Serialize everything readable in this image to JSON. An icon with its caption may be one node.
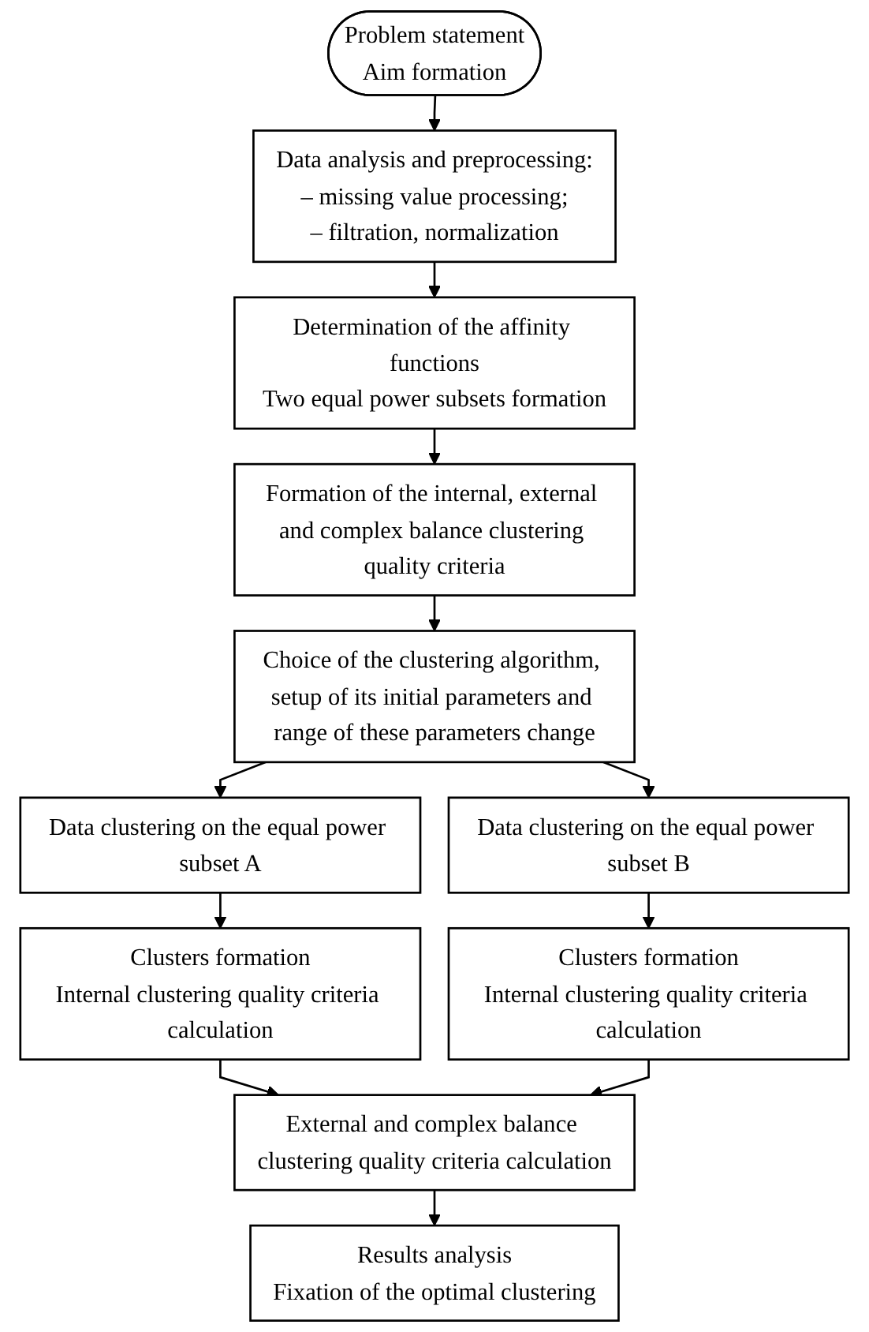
{
  "diagram": {
    "nodes": [
      {
        "text": [
          "Problem statement",
          "Aim formation"
        ]
      },
      {
        "text": [
          "Data analysis and preprocessing:",
          "– missing value processing;",
          "– filtration, normalization"
        ]
      },
      {
        "text": [
          "Determination of the affinity functions",
          "Two equal power subsets formation"
        ]
      },
      {
        "text": [
          "Formation of the internal, external and complex balance clustering quality criteria"
        ]
      },
      {
        "text": [
          "Choice of the clustering algorithm, setup of its initial parameters and range of these parameters change"
        ]
      },
      {
        "text": [
          "Data clustering on the equal power subset A"
        ]
      },
      {
        "text": [
          "Data clustering on the equal power subset B"
        ]
      },
      {
        "text": [
          "Clusters formation",
          "Internal clustering quality criteria calculation"
        ]
      },
      {
        "text": [
          "Clusters formation",
          "Internal clustering quality criteria calculation"
        ]
      },
      {
        "text": [
          "External and complex balance clustering quality criteria calculation"
        ]
      },
      {
        "text": [
          "Results analysis",
          "Fixation of the optimal clustering"
        ]
      }
    ],
    "edges": [
      {
        "from": 0,
        "to": 1,
        "arrow": "to"
      },
      {
        "from": 1,
        "to": 2,
        "arrow": "to"
      },
      {
        "from": 2,
        "to": 3,
        "arrow": "to"
      },
      {
        "from": 3,
        "to": 4,
        "arrow": "to"
      },
      {
        "from": 4,
        "to": 5,
        "arrow": "to"
      },
      {
        "from": 4,
        "to": 6,
        "arrow": "to"
      },
      {
        "from": 5,
        "to": 7,
        "arrow": "to"
      },
      {
        "from": 6,
        "to": 8,
        "arrow": "to"
      },
      {
        "from": 7,
        "to": 9,
        "arrow": "to"
      },
      {
        "from": 8,
        "to": 9,
        "arrow": "to"
      },
      {
        "from": 9,
        "to": 10,
        "arrow": "to"
      }
    ]
  }
}
